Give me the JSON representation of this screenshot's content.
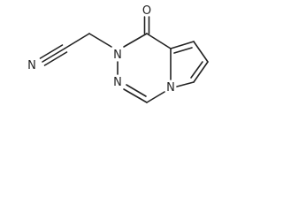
{
  "molecule": {
    "atoms": {
      "oxygen": "O",
      "nitrogen_nitrile": "N",
      "nitrogen_ring_2": "N",
      "nitrogen_ring_3": "N",
      "nitrogen_bridgehead": "N"
    }
  }
}
